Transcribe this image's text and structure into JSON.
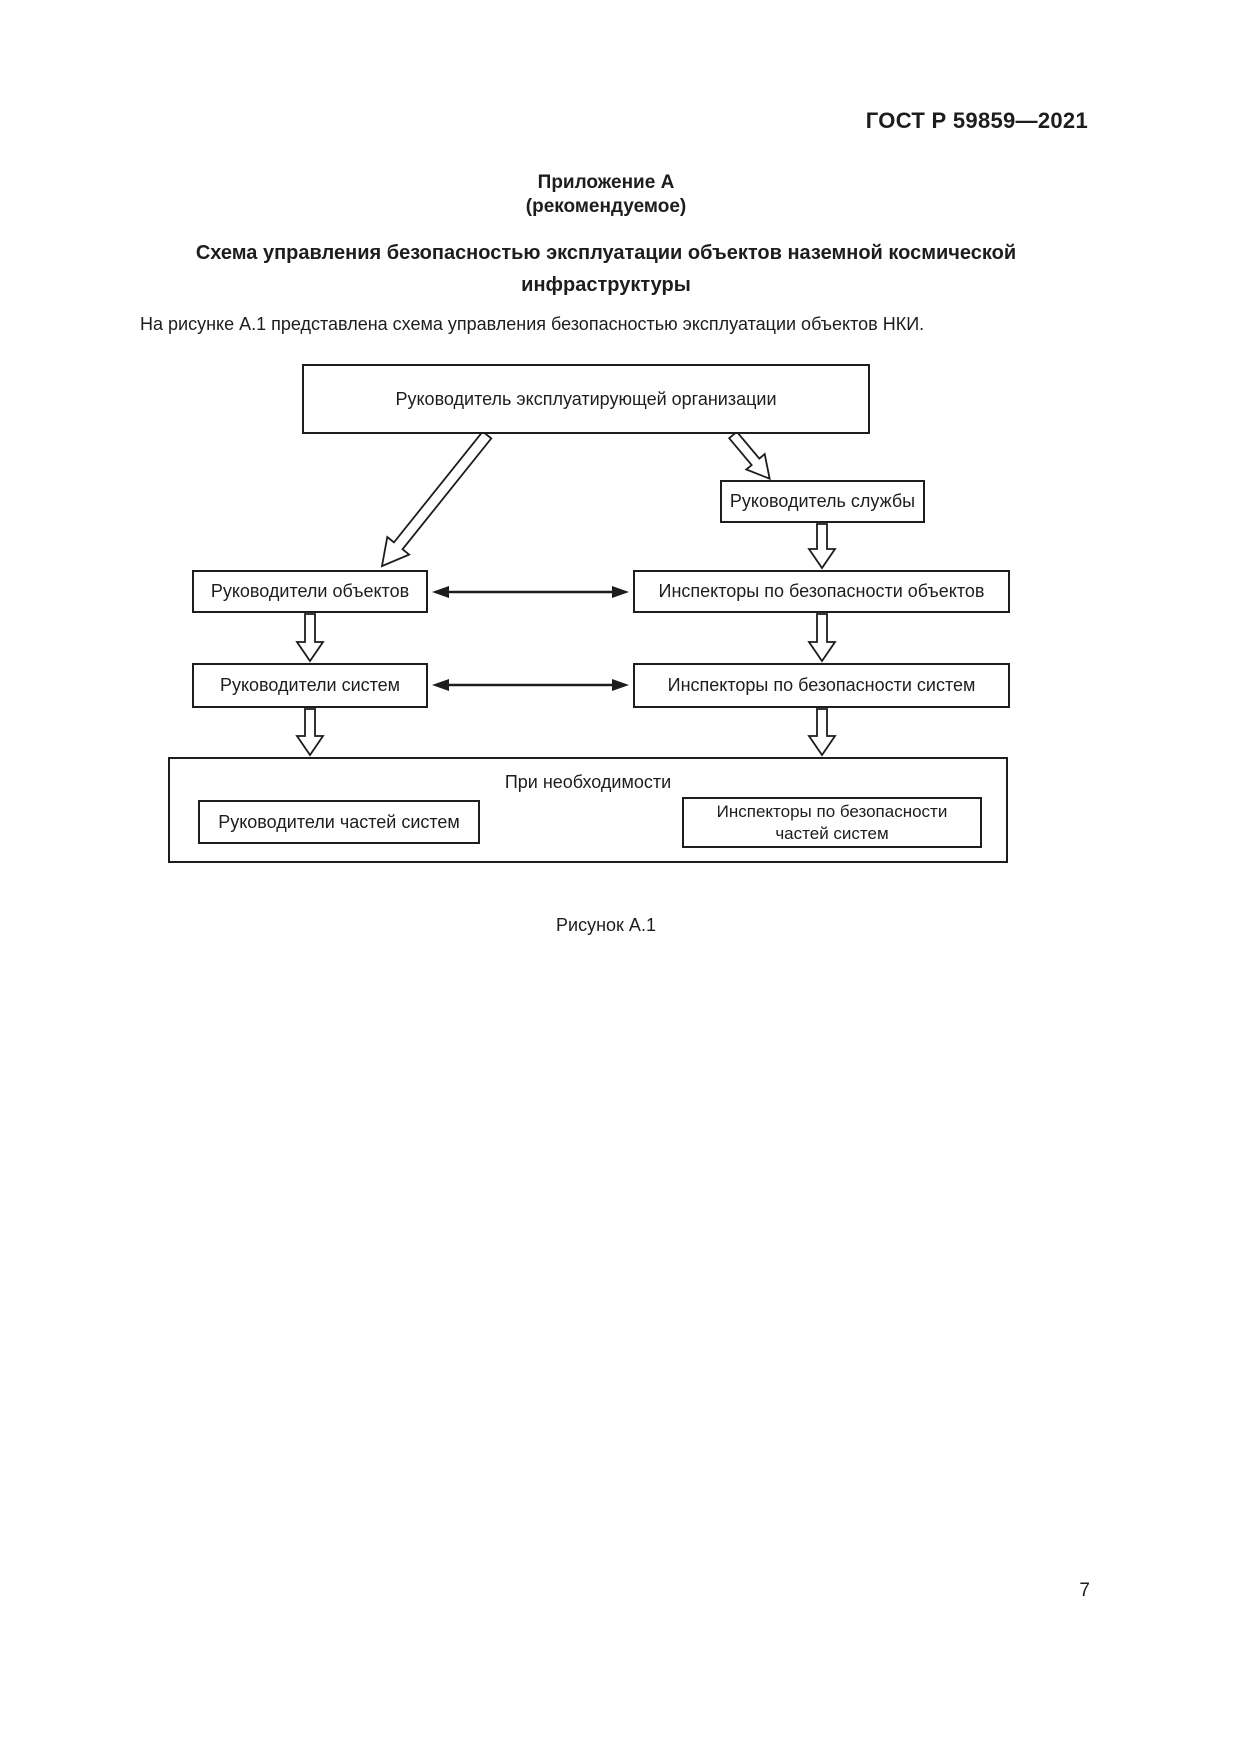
{
  "header": {
    "doc_code": "ГОСТ Р 59859—2021"
  },
  "annex": {
    "label": "Приложение А",
    "note": "(рекомендуемое)",
    "title_line1": "Схема управления безопасностью эксплуатации объектов наземной космической",
    "title_line2": "инфраструктуры"
  },
  "intro": {
    "text": "На рисунке А.1 представлена схема управления безопасностью эксплуатации объектов НКИ."
  },
  "diagram": {
    "nodes": {
      "org_head": "Руководитель эксплуатирующей организации",
      "service_head": "Руководитель службы",
      "object_heads": "Руководители объектов",
      "object_inspectors": "Инспекторы по безопасности объектов",
      "system_heads": "Руководители систем",
      "system_inspectors": "Инспекторы по безопасности систем",
      "optional_group_label": "При необходимости",
      "subsystem_heads": "Руководители частей систем",
      "subsystem_inspectors": "Инспекторы по безопасности частей систем"
    }
  },
  "figure": {
    "caption": "Рисунок А.1"
  },
  "footer": {
    "page_number": "7"
  }
}
